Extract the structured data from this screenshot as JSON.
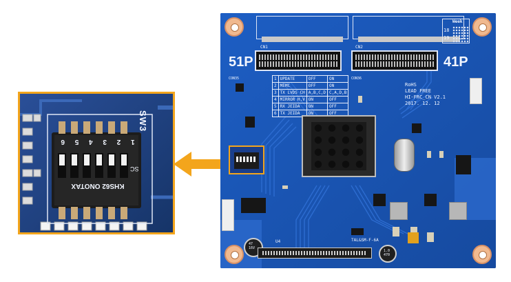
{
  "zoom_inset": {
    "label_sw": "SW3",
    "switch_numbers": [
      "6",
      "5",
      "4",
      "3",
      "2",
      "1"
    ],
    "label_sc": "SC",
    "label_model": "KHS62 ONOTAX"
  },
  "board": {
    "label_51p": "51P",
    "label_41p": "41P",
    "label_cn1": "CN1",
    "label_cn2": "CN2",
    "label_con35": "CON35",
    "label_con36": "CON36",
    "label_uc2": "U4",
    "label_sw3": "SW3",
    "label_bottom": "TAL&SM-F-6A",
    "cap_left": "47\n16V",
    "cap_right": "1.0\n470",
    "rohs_lines": [
      "RoHS",
      "LEAD FREE",
      "HI-FRC_CN V2.1",
      "2017. 12. 12"
    ],
    "week_box": {
      "title": "Week",
      "rows": [
        "18",
        "19"
      ]
    },
    "function_table": [
      [
        "1",
        "UPDATE",
        "OFF",
        "ON"
      ],
      [
        "2",
        "MEMC",
        "OFF",
        "ON"
      ],
      [
        "3",
        "TX LVDS CH",
        "A,B,C,D",
        "C,A,D,B"
      ],
      [
        "4",
        "MIRROR H,V",
        "ON",
        "OFF"
      ],
      [
        "5",
        "RX JEIDA",
        "ON",
        "OFF"
      ],
      [
        "6",
        "TX JEIDA",
        "ON",
        "OFF"
      ]
    ]
  },
  "colors": {
    "pcb_blue": "#1b56b4",
    "highlight_orange": "#f3a51c",
    "silkscreen": "#f2f6ff"
  },
  "arrow": {
    "icon": "left-arrow-icon"
  }
}
